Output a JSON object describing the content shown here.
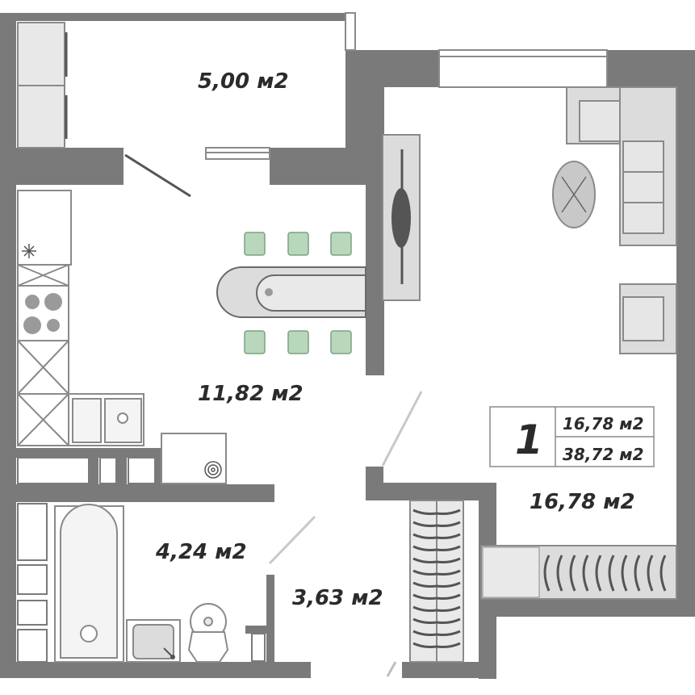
{
  "rooms": {
    "balcony": "5,00 м2",
    "kitchen": "11,82 м2",
    "living": "16,78 м2",
    "bathroom": "4,24 м2",
    "hallway": "3,63 м2"
  },
  "summary": {
    "rooms_count": "1",
    "living_area": "16,78 м2",
    "total_area": "38,72 м2"
  },
  "colors": {
    "wall": "#7a7a7a",
    "furniture_fill": "#dcdcdc",
    "furniture_stroke": "#8a8a8a",
    "chair": "#b9d7bd",
    "text": "#2b2b2b"
  }
}
